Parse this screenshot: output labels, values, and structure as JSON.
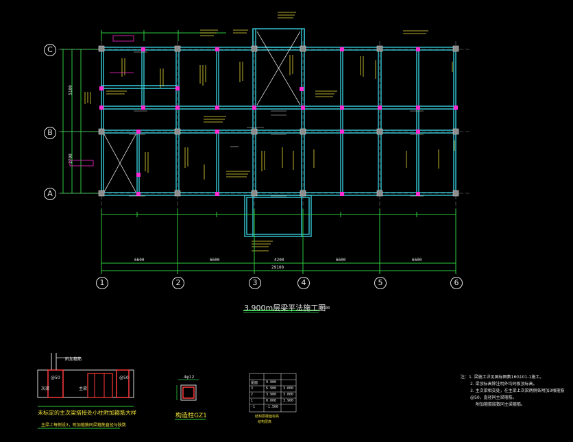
{
  "drawing": {
    "title": "3.900m层梁平法施工图",
    "scale": "1:100"
  },
  "axes": {
    "columns": [
      "1",
      "2",
      "3",
      "4",
      "5",
      "6"
    ],
    "rows": [
      "A",
      "B",
      "C"
    ],
    "spans_x": [
      "6600",
      "6600",
      "4200",
      "6600",
      "6600"
    ],
    "total_x": "29100",
    "spans_y": [
      "2700",
      "5100"
    ]
  },
  "detail_left": {
    "title": "未标定的主次梁搭接处小柱附加箍筋大样",
    "subtitle": "主梁上每侧设3，附加箍筋同梁箍筋直径与肢数",
    "label_top": "附加箍筋",
    "label_left": "次梁",
    "label_mid": "主梁",
    "dims": [
      "@50",
      "@50"
    ]
  },
  "detail_column": {
    "title": "构造柱GZ1",
    "label": "4φ12"
  },
  "table": {
    "title": "结构层楼面标高",
    "subtitle": "结构层高",
    "rows": [
      [
        "屋面",
        "9.900",
        ""
      ],
      [
        "3",
        "6.900",
        "3.000"
      ],
      [
        "2",
        "3.900",
        "3.000"
      ],
      [
        "1",
        "0.000",
        "3.900"
      ],
      [
        "-1",
        "-1.500",
        ""
      ]
    ]
  },
  "notes": [
    "注：1. 梁施工详见国标图集16G101-1施工。",
    "2. 梁顶标高除注明外均同板顶标高。",
    "3. 主次梁相交处，在主梁上次梁两侧各附加3根箍筋@50，直径同主梁箍筋。",
    "附加箍筋肢数同主梁箍筋。"
  ]
}
